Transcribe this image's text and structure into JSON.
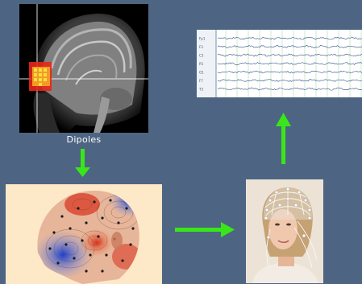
{
  "caption": "Dipoles",
  "colors": {
    "background": "#4d6583",
    "arrow": "#39e619",
    "dipole_red": "#e8261a",
    "dipole_yellow": "#f6e13a",
    "eeg_grid": "#9fd39a",
    "topo_bg": "#fde8c8"
  },
  "eeg": {
    "channel_labels": [
      "Fp1",
      "F3",
      "C3",
      "P3",
      "O1",
      "F7",
      "T3"
    ]
  }
}
